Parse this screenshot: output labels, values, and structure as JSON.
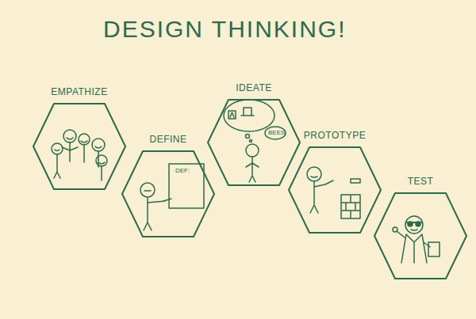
{
  "diagram": {
    "title": "DESIGN THINKING!",
    "nodes": [
      {
        "text": [
          "EMPATHIZE"
        ]
      },
      {
        "text": [
          "DEFINE"
        ]
      },
      {
        "text": [
          "IDEATE"
        ]
      },
      {
        "text": [
          "PROTOTYPE"
        ]
      },
      {
        "text": [
          "TEST"
        ]
      }
    ],
    "labels": [
      "DEF:",
      "BEES"
    ]
  }
}
